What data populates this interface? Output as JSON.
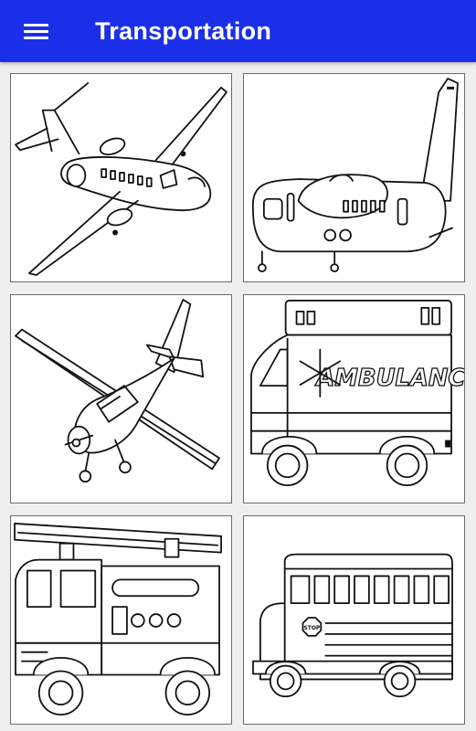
{
  "app": {
    "title": "Transportation",
    "bar_color": "#1c2fe8",
    "menu_icon": "hamburger-menu-icon"
  },
  "grid": {
    "items": [
      {
        "subject": "jet airplane"
      },
      {
        "subject": "cargo airplane"
      },
      {
        "subject": "small propeller airplane"
      },
      {
        "subject": "ambulance",
        "sign_text": "AMBULANCE"
      },
      {
        "subject": "fire truck"
      },
      {
        "subject": "school bus",
        "sign_text": "STOP"
      }
    ]
  }
}
